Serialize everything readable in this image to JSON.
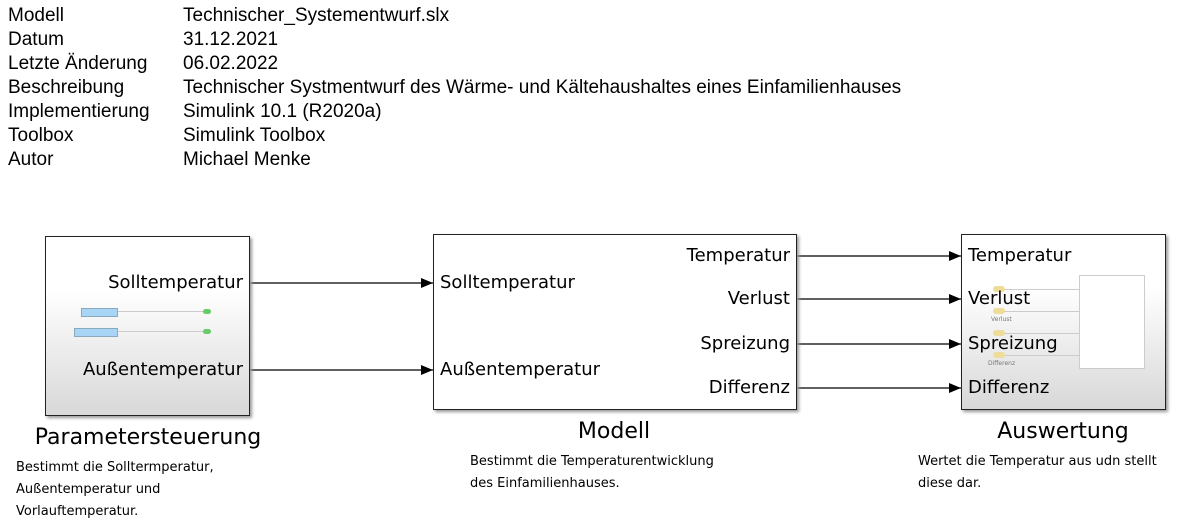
{
  "meta": [
    {
      "label": "Modell",
      "value": "Technischer_Systementwurf.slx"
    },
    {
      "label": "Datum",
      "value": "31.12.2021"
    },
    {
      "label": "Letzte Änderung",
      "value": "06.02.2022"
    },
    {
      "label": "Beschreibung",
      "value": "Technischer Systmentwurf des Wärme- und Kältehaushaltes eines Einfamilienhauses"
    },
    {
      "label": "Implementierung",
      "value": "Simulink 10.1 (R2020a)"
    },
    {
      "label": "Toolbox",
      "value": "Simulink Toolbox"
    },
    {
      "label": "Autor",
      "value": "Michael Menke"
    }
  ],
  "blocks": {
    "param": {
      "title": "Parametersteuerung",
      "outputs": [
        "Solltemperatur",
        "Außentemperatur"
      ],
      "desc": [
        "Bestimmt die Solltermperatur,",
        "Außentemperatur und",
        "Vorlauftemperatur."
      ]
    },
    "modell": {
      "title": "Modell",
      "inputs": [
        "Solltemperatur",
        "Außentemperatur"
      ],
      "outputs": [
        "Temperatur",
        "Verlust",
        "Spreizung",
        "Differenz"
      ],
      "desc": [
        "Bestimmt die Temperaturentwicklung",
        "des Einfamilienhauses."
      ]
    },
    "auswertung": {
      "title": "Auswertung",
      "inputs": [
        "Temperatur",
        "Verlust",
        "Spreizung",
        "Differenz"
      ],
      "inner_labels": [
        "Verlust",
        "Differenz"
      ],
      "desc": [
        "Wertet die Temperatur aus udn stellt",
        "diese dar."
      ]
    }
  }
}
